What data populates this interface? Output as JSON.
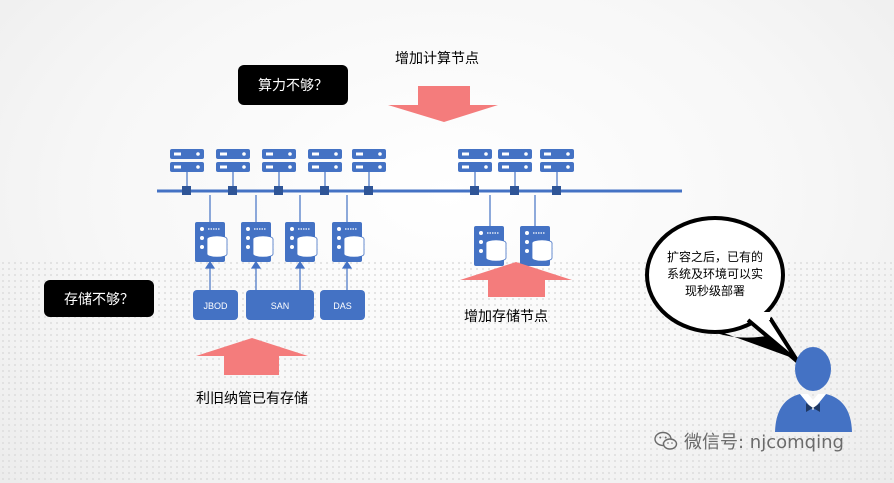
{
  "colors": {
    "accent": "#4472C4",
    "arrow": "#F47C7C",
    "callout_bg": "#000000"
  },
  "callouts": {
    "compute_question": "算力不够？",
    "storage_question": "存储不够？"
  },
  "labels": {
    "add_compute": "增加计算节点",
    "add_storage": "增加存储节点",
    "reuse_storage": "利旧纳管已有存储"
  },
  "storage_types": [
    "JBOD",
    "SAN",
    "DAS"
  ],
  "bubble": {
    "line1": "扩容之后，已有的",
    "line2": "系统及环境可以实",
    "line3": "现秒级部署"
  },
  "watermark": {
    "icon": "wechat-icon",
    "text": "微信号: njcomqing"
  }
}
